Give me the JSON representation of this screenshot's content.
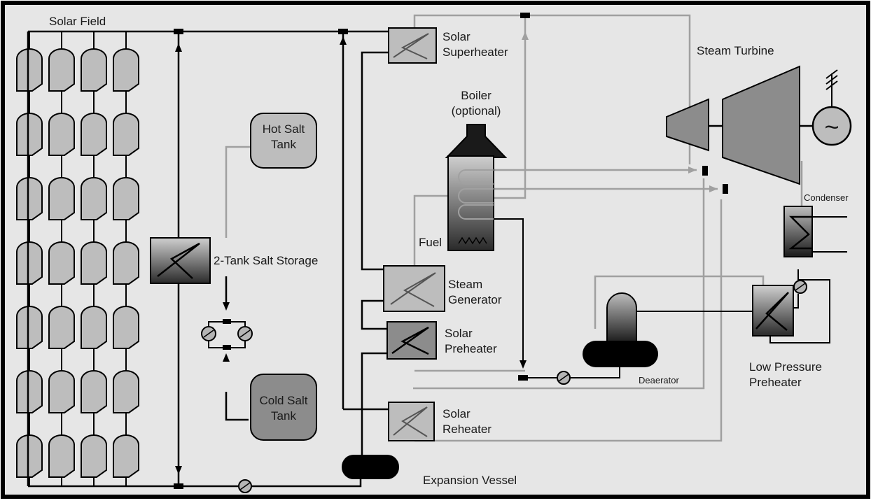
{
  "labels": {
    "solar_field": "Solar Field",
    "hot_salt_tank_1": "Hot Salt",
    "hot_salt_tank_2": "Tank",
    "cold_salt_tank_1": "Cold Salt",
    "cold_salt_tank_2": "Tank",
    "salt_storage": "2-Tank Salt Storage",
    "superheater_1": "Solar",
    "superheater_2": "Superheater",
    "boiler_1": "Boiler",
    "boiler_2": "(optional)",
    "fuel": "Fuel",
    "steam_generator_1": "Steam",
    "steam_generator_2": "Generator",
    "preheater_1": "Solar",
    "preheater_2": "Preheater",
    "reheater_1": "Solar",
    "reheater_2": "Reheater",
    "expansion_vessel": "Expansion Vessel",
    "steam_turbine": "Steam Turbine",
    "condenser": "Condenser",
    "deaerator": "Deaerator",
    "lp_preheater_1": "Low Pressure",
    "lp_preheater_2": "Preheater"
  },
  "generator_symbol": "~",
  "colors": {
    "background": "#e6e6e6",
    "frame": "#000000",
    "panel": "#bdbdbd",
    "panel_dark": "#8c8c8c",
    "oil_line": "#000000",
    "water_line": "#a0a0a0",
    "vessel": "#000000"
  }
}
